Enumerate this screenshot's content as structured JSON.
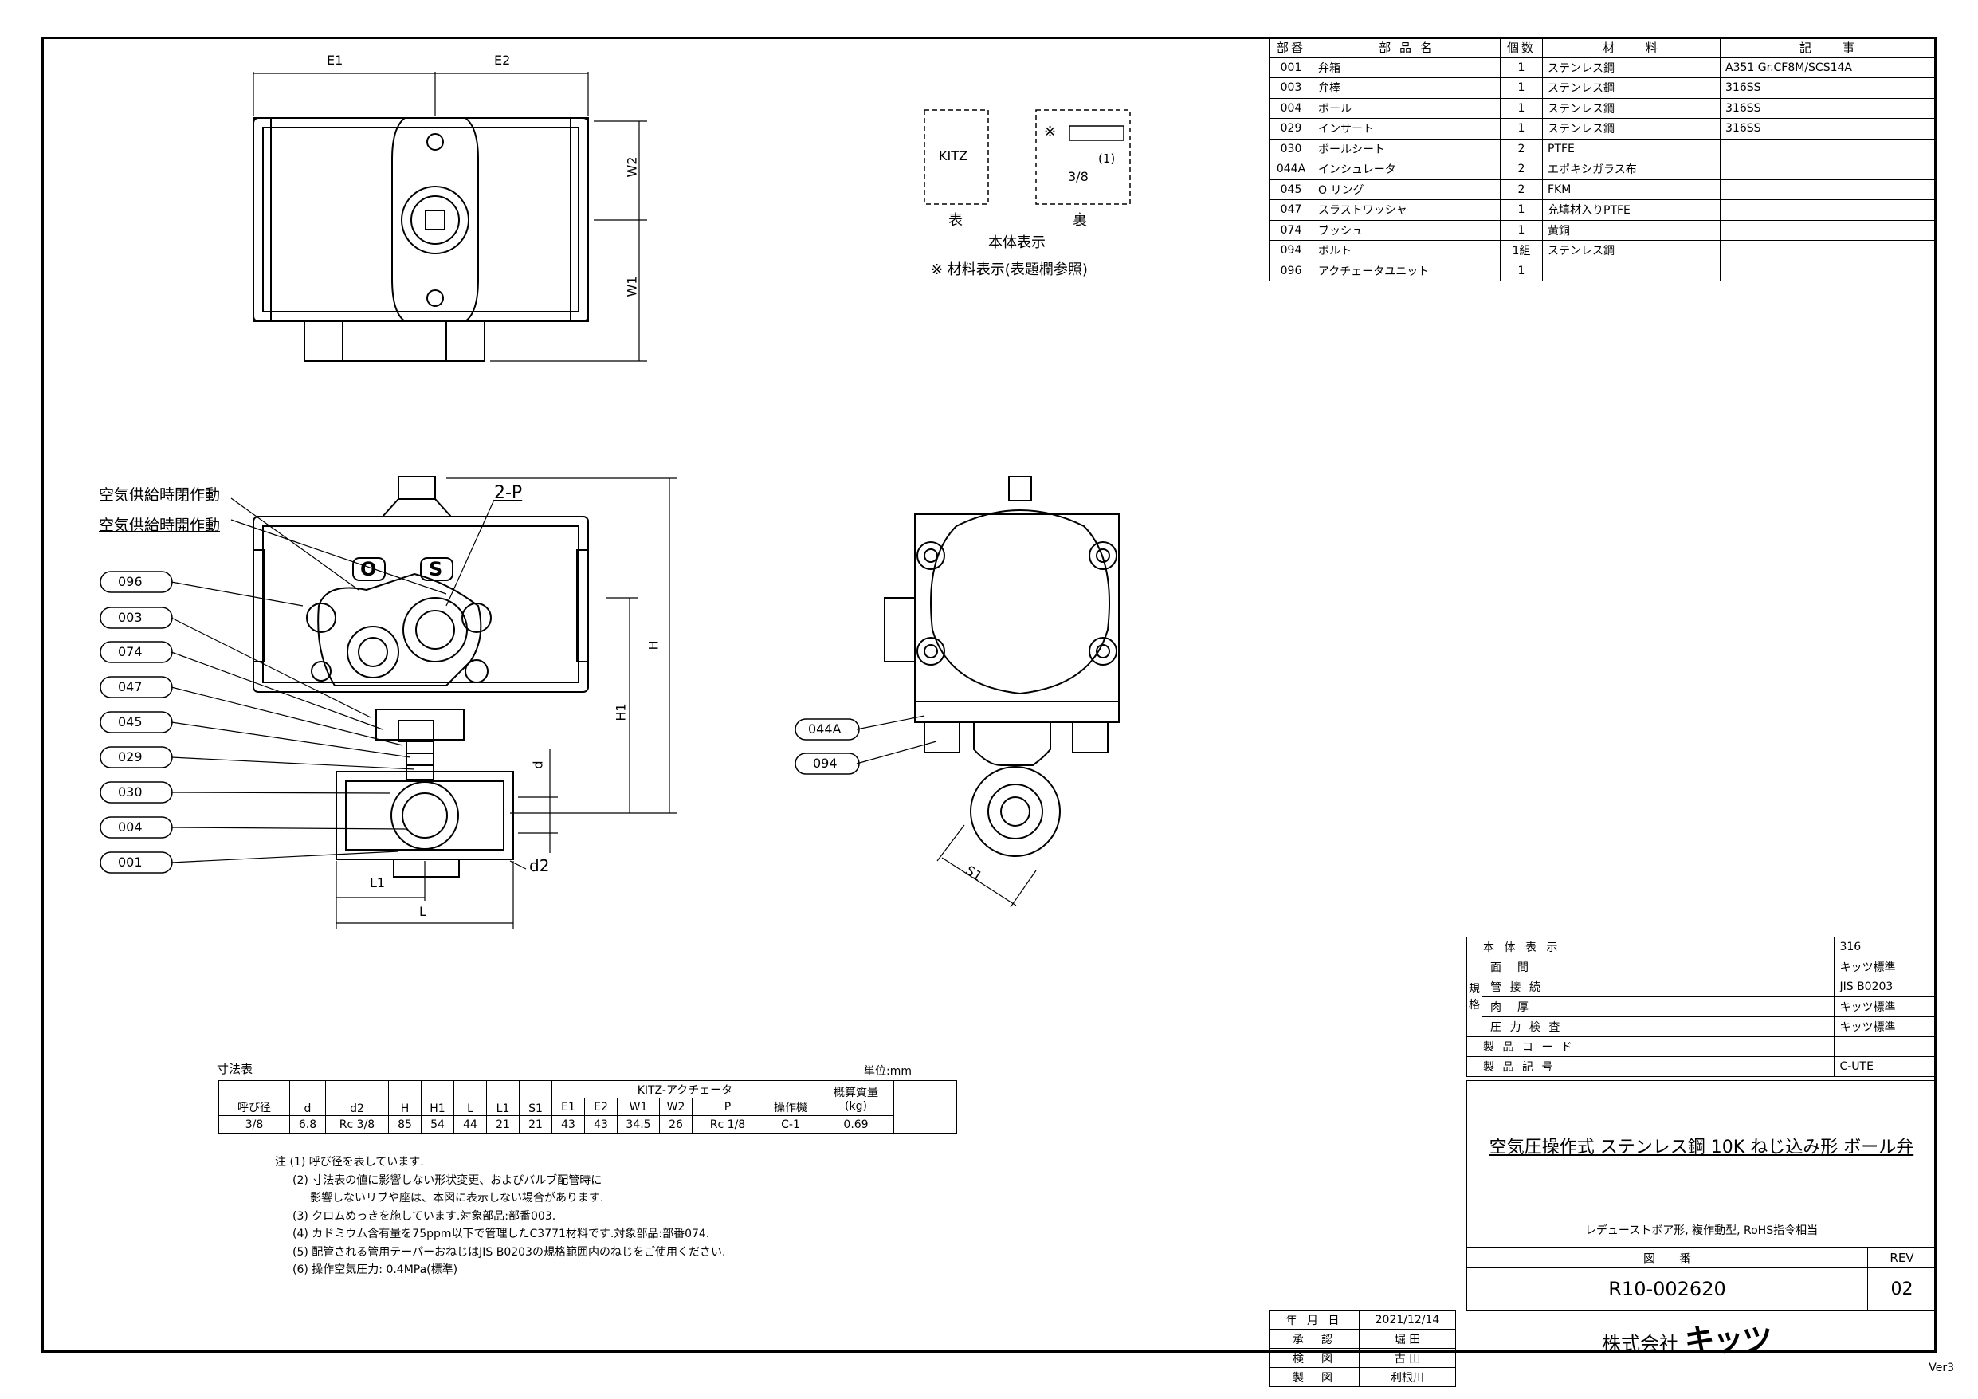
{
  "parts_table": {
    "headers": [
      "部番",
      "部 品 名",
      "個数",
      "材　　料",
      "記　　事"
    ],
    "rows": [
      [
        "001",
        "弁箱",
        "1",
        "ステンレス鋼",
        "A351 Gr.CF8M/SCS14A"
      ],
      [
        "003",
        "弁棒",
        "1",
        "ステンレス鋼",
        "316SS"
      ],
      [
        "004",
        "ボール",
        "1",
        "ステンレス鋼",
        "316SS"
      ],
      [
        "029",
        "インサート",
        "1",
        "ステンレス鋼",
        "316SS"
      ],
      [
        "030",
        "ボールシート",
        "2",
        "PTFE",
        ""
      ],
      [
        "044A",
        "インシュレータ",
        "2",
        "エポキシガラス布",
        ""
      ],
      [
        "045",
        "O リング",
        "2",
        "FKM",
        ""
      ],
      [
        "047",
        "スラストワッシャ",
        "1",
        "充填材入りPTFE",
        ""
      ],
      [
        "074",
        "ブッシュ",
        "1",
        "黄銅",
        ""
      ],
      [
        "094",
        "ボルト",
        "1組",
        "ステンレス鋼",
        ""
      ],
      [
        "096",
        "アクチェータユニット",
        "1",
        "",
        ""
      ]
    ]
  },
  "marking": {
    "front_text": "KITZ",
    "front_label": "表",
    "back_symbol": "※",
    "back_note": "(1)",
    "back_size": "3/8",
    "back_label": "裏",
    "caption": "本体表示",
    "note": "※ 材料表示(表題欄参照)"
  },
  "top_view": {
    "e1": "E1",
    "e2": "E2",
    "w1": "W1",
    "w2": "W2"
  },
  "front_view": {
    "label_close": "空気供給時閉作動",
    "label_open": "空気供給時開作動",
    "port_label": "2-P",
    "mark_o": "O",
    "mark_s": "S",
    "balloons": [
      "096",
      "003",
      "074",
      "047",
      "045",
      "029",
      "030",
      "004",
      "001"
    ],
    "dims": {
      "h": "H",
      "h1": "H1",
      "d": "d",
      "d2": "d2",
      "l1": "L1",
      "l": "L"
    }
  },
  "side_view": {
    "balloons": [
      "044A",
      "094"
    ],
    "s1": "S1"
  },
  "dimension_table": {
    "caption": "寸法表",
    "unit": "単位:mm",
    "group_header": "KITZ-アクチェータ",
    "headers": [
      "呼び径",
      "d",
      "d2",
      "H",
      "H1",
      "L",
      "L1",
      "S1",
      "E1",
      "E2",
      "W1",
      "W2",
      "P",
      "操作機",
      "概算質量\n(kg)"
    ],
    "row": [
      "3/8",
      "6.8",
      "Rc 3/8",
      "85",
      "54",
      "44",
      "21",
      "21",
      "43",
      "43",
      "34.5",
      "26",
      "Rc 1/8",
      "C-1",
      "0.69"
    ]
  },
  "notes": [
    "注 (1) 呼び径を表しています.",
    "(2) 寸法表の値に影響しない形状変更、およびバルブ配管時に",
    "影響しないリブや座は、本図に表示しない場合があります.",
    "(3) クロムめっきを施しています.対象部品:部番003.",
    "(4) カドミウム含有量を75ppm以下で管理したC3771材料です.対象部品:部番074.",
    "(5) 配管される管用テーパーおねじはJIS B0203の規格範囲内のねじをご使用ください.",
    "(6) 操作空気圧力: 0.4MPa(標準)"
  ],
  "spec": {
    "body_marking_label": "本 体 表 示",
    "body_marking_value": "316",
    "category": "規格",
    "rows": [
      [
        "面　間",
        "キッツ標準"
      ],
      [
        "管 接 続",
        "JIS B0203"
      ],
      [
        "肉　厚",
        "キッツ標準"
      ],
      [
        "圧 力 検 査",
        "キッツ標準"
      ]
    ],
    "product_code_label": "製 品 コ ー ド",
    "product_code_value": "",
    "product_symbol_label": "製 品 記 号",
    "product_symbol_value": "C-UTE"
  },
  "title": {
    "main": "空気圧操作式 ステンレス鋼 10K ねじ込み形 ボール弁",
    "sub": "レデューストボア形, 複作動型, RoHS指令相当"
  },
  "drawing": {
    "number_label": "図　　番",
    "rev_label": "REV",
    "number": "R10-002620",
    "rev": "02"
  },
  "signatures": [
    [
      "年 月 日",
      "2021/12/14"
    ],
    [
      "承　認",
      "堀 田"
    ],
    [
      "検　図",
      "古 田"
    ],
    [
      "製　図",
      "利根川"
    ]
  ],
  "company": {
    "prefix": "株式会社",
    "name": "キッツ"
  },
  "version": "Ver3"
}
